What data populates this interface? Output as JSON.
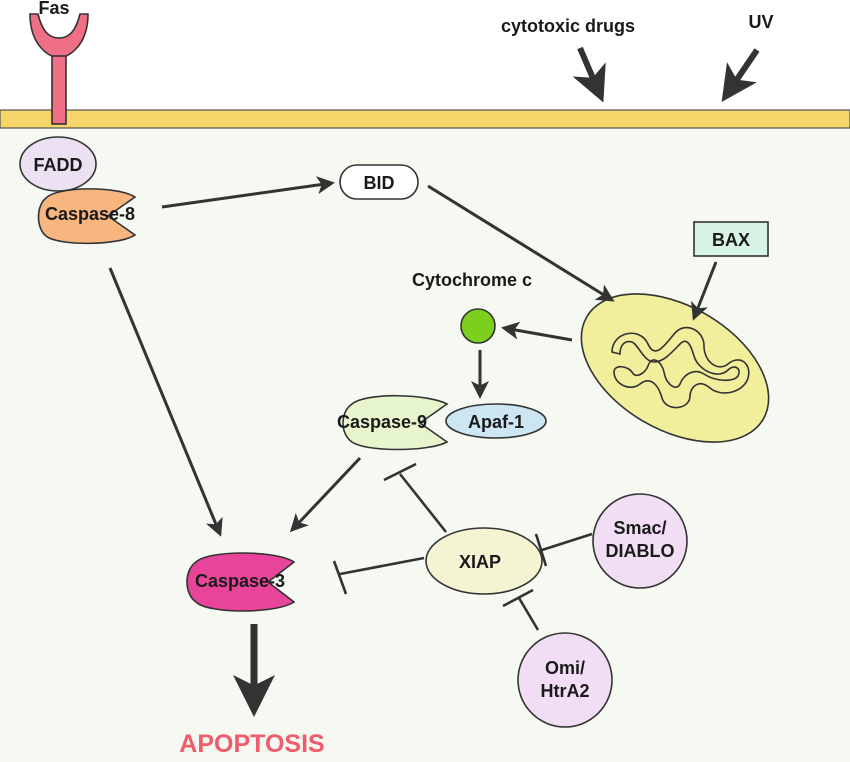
{
  "colors": {
    "background": "#f5f9f2",
    "membrane": "#f6d668",
    "fas_receptor": "#ef6f86",
    "fadd": "#ece0f3",
    "caspase8": "#f7b57f",
    "caspase9": "#e6f5cc",
    "apaf1": "#cde6f4",
    "caspase3": "#e8449a",
    "cytochrome_c": "#7dcf1e",
    "bax": "#d6f3e4",
    "mitochondrion": "#f1ef9c",
    "xiap": "#f5f4d2",
    "smac": "#f1def4",
    "omi": "#f1def4",
    "apoptosis": "#ef5d6d"
  },
  "labels": {
    "fas": "Fas",
    "cytotoxic_drugs": "cytotoxic drugs",
    "uv": "UV",
    "fadd": "FADD",
    "caspase8": "Caspase-8",
    "bid": "BID",
    "bax": "BAX",
    "cytochrome_c": "Cytochrome c",
    "caspase9": "Caspase-9",
    "apaf1": "Apaf-1",
    "caspase3": "Caspase-3",
    "xiap": "XIAP",
    "smac_line1": "Smac/",
    "smac_line2": "DIABLO",
    "omi_line1": "Omi/",
    "omi_line2": "HtrA2",
    "apoptosis": "APOPTOSIS"
  }
}
